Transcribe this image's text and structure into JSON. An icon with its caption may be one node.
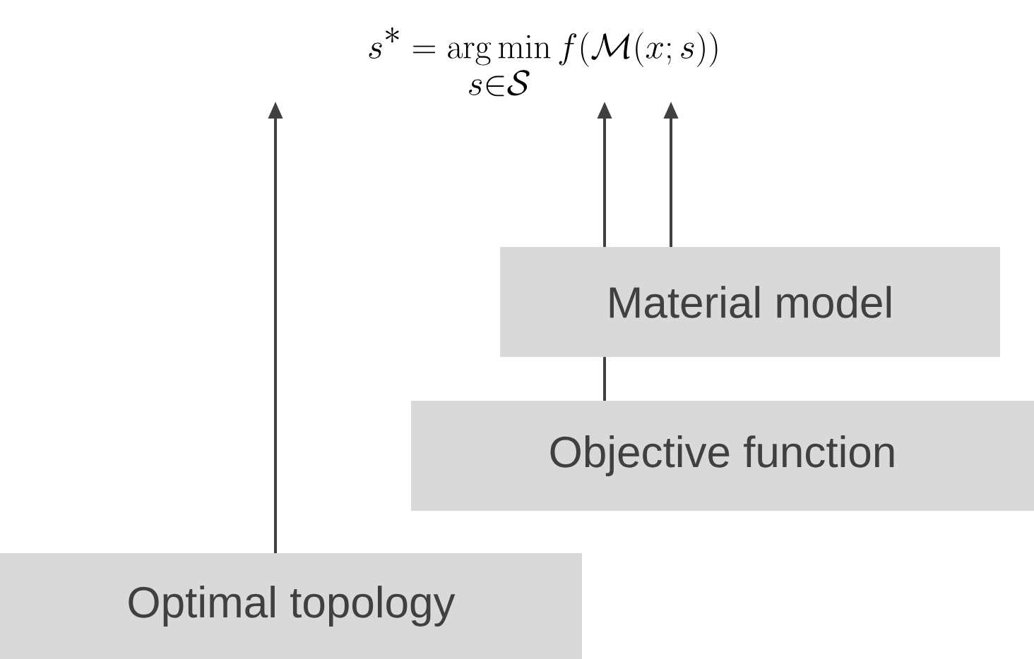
{
  "diagram": {
    "nodes": [
      {
        "text": [
          "s^{*} = \\mathop{\\mathrm{arg\\,min}}_{s\\in\\mathcal{S}} f(\\mathcal{M}(x;s))"
        ]
      },
      {
        "text": [
          "Material model"
        ]
      },
      {
        "text": [
          "Objective function"
        ]
      },
      {
        "text": [
          "Optimal topology"
        ]
      }
    ],
    "edges": [
      {
        "from": 1,
        "to": 0,
        "arrow": "to"
      },
      {
        "from": 1,
        "to": 0,
        "arrow": "to"
      },
      {
        "from": 2,
        "to": 1,
        "arrow": "none"
      },
      {
        "from": 3,
        "to": 0,
        "arrow": "to"
      }
    ]
  }
}
